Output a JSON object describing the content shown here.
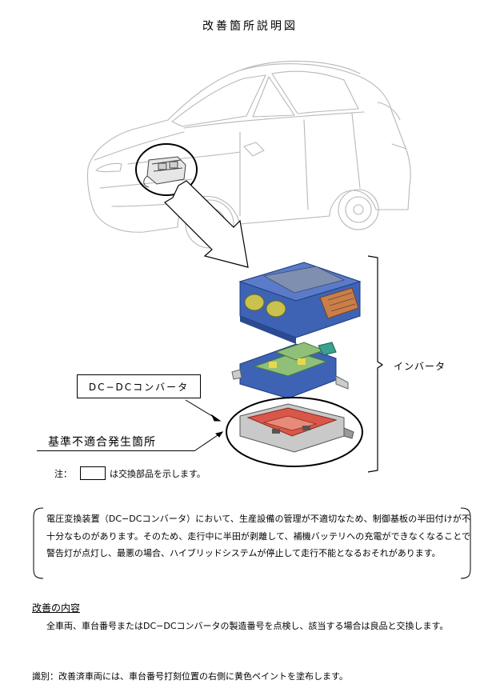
{
  "title": "改善箇所説明図",
  "labels": {
    "dcdc_converter": "DC−DCコンバータ",
    "defect_location": "基準不適合発生箇所",
    "note_prefix": "注：",
    "note_suffix": "は交換部品を示します。",
    "inverter": "インバータ"
  },
  "description": "電圧変換装置（DC−DCコンバータ）において、生産設備の管理が不適切なため、制御基板の半田付けが不十分なものがあります。そのため、走行中に半田が剥離して、補機バッテリへの充電ができなくなることで警告灯が点灯し、最悪の場合、ハイブリッドシステムが停止して走行不能となるおそれがあります。",
  "improvement": {
    "heading": "改善の内容",
    "body": "全車両、車台番号またはDC−DCコンバータの製造番号を点検し、該当する場合は良品と交換します。"
  },
  "identification": "識別：改善済車両には、車台番号打刻位置の右側に黄色ペイントを塗布します。",
  "colors": {
    "car_outline": "#b8b8b8",
    "inverter_blue": "#3e63b4",
    "pcb_green": "#8fbf78",
    "connector_orange": "#c87f4a",
    "dcdc_red": "#d9574a"
  }
}
